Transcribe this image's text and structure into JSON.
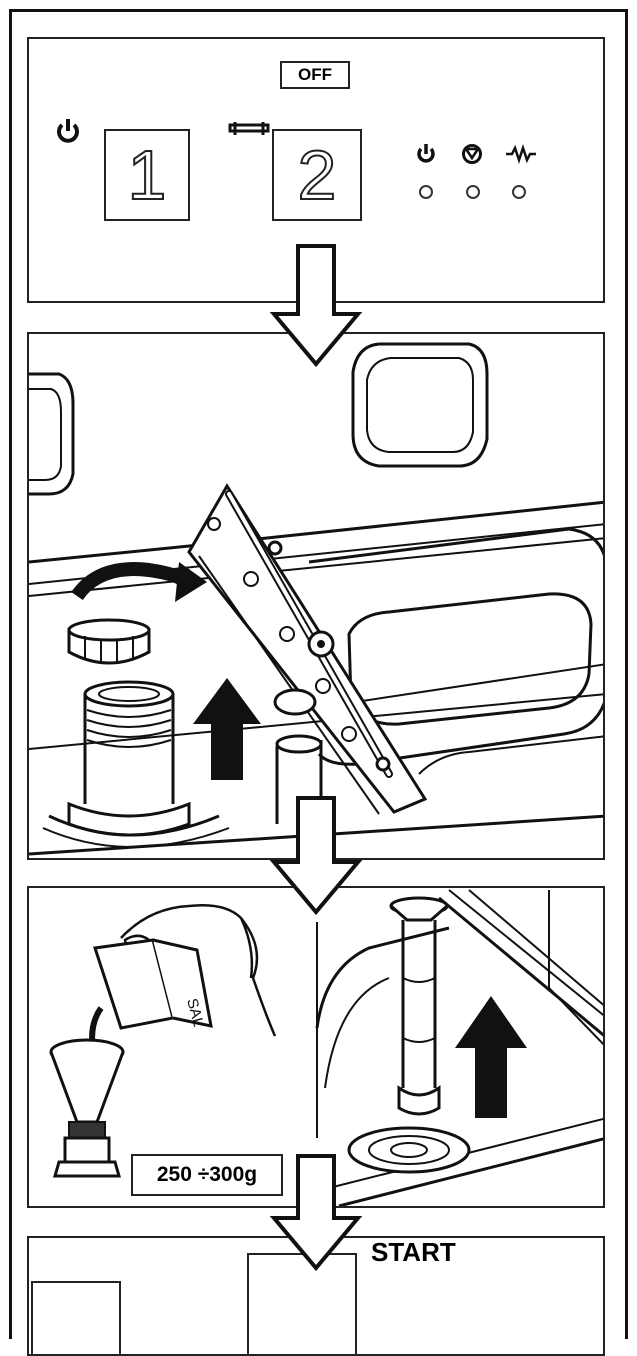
{
  "panel1": {
    "off_label": "OFF",
    "button1_label": "1",
    "button2_label": "2",
    "icons": [
      "power-icon",
      "rack-icon",
      "power-icon",
      "pump-icon",
      "heater-icon"
    ]
  },
  "panel3": {
    "salt_amount": "250 ÷300g",
    "package_text": "SAL"
  },
  "panel4": {
    "start_label": "START"
  }
}
